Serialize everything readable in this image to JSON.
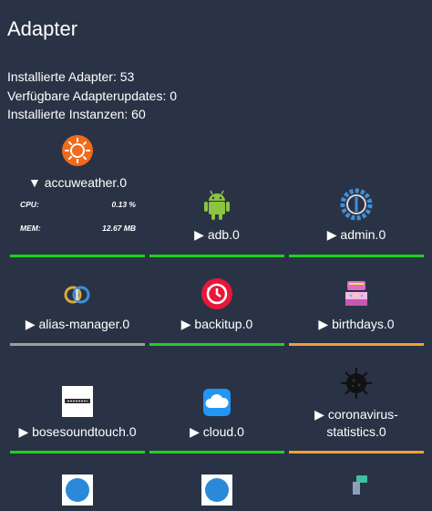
{
  "page": {
    "title": "Adapter"
  },
  "stats": {
    "installed": "Installierte Adapter: 53",
    "updates": "Verfügbare Adapterupdates: 0",
    "instances": "Installierte Instanzen: 60"
  },
  "colors": {
    "background": "#2a3346",
    "status_green": "#1fd11f",
    "status_gray": "#9e9e9e",
    "status_orange": "#f0a133"
  },
  "adapters": [
    {
      "name": "accuweather.0",
      "toggle": "▼",
      "expanded": true,
      "status": "green",
      "icon": "accuweather-sun-icon",
      "metrics": {
        "cpu_label": "CPU:",
        "cpu_value": "0.13 %",
        "mem_label": "MEM:",
        "mem_value": "12.67 MB"
      }
    },
    {
      "name": "adb.0",
      "toggle": "▶",
      "status": "green",
      "icon": "android-robot-icon"
    },
    {
      "name": "admin.0",
      "toggle": "▶",
      "status": "green",
      "icon": "admin-gear-icon"
    },
    {
      "name": "alias-manager.0",
      "toggle": "▶",
      "status": "gray",
      "icon": "alias-manager-icon"
    },
    {
      "name": "backitup.0",
      "toggle": "▶",
      "status": "green",
      "icon": "backitup-clock-icon"
    },
    {
      "name": "birthdays.0",
      "toggle": "▶",
      "status": "orange",
      "icon": "birthday-cake-icon"
    },
    {
      "name": "bosesoundtouch.0",
      "toggle": "▶",
      "status": "green",
      "icon": "bose-speaker-icon"
    },
    {
      "name": "cloud.0",
      "toggle": "▶",
      "status": "green",
      "icon": "cloud-icon"
    },
    {
      "name_line1": "coronavirus-",
      "name_line2": "statistics.0",
      "toggle": "▶",
      "status": "orange",
      "icon": "coronavirus-icon"
    }
  ]
}
